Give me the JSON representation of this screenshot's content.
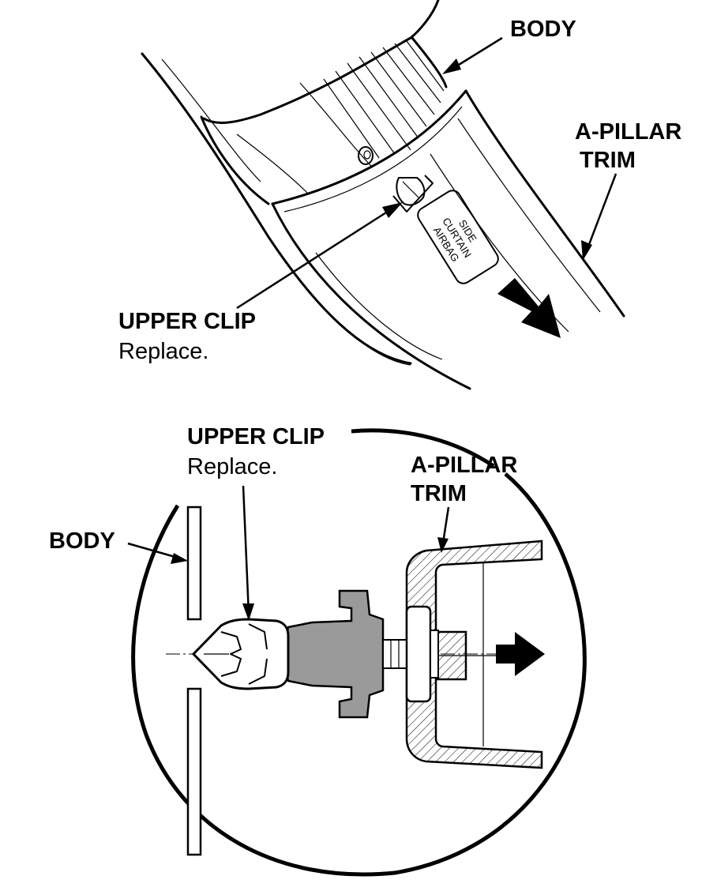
{
  "top_view": {
    "labels": {
      "body": "BODY",
      "a_pillar_trim_line1": "A-PILLAR",
      "a_pillar_trim_line2": "TRIM",
      "upper_clip": "UPPER CLIP",
      "upper_clip_note": "Replace."
    },
    "airbag_tag": {
      "line1": "SIDE",
      "line2": "CURTAIN",
      "line3": "AIRBAG"
    }
  },
  "detail_view": {
    "labels": {
      "upper_clip": "UPPER CLIP",
      "upper_clip_note": "Replace.",
      "a_pillar_trim_line1": "A-PILLAR",
      "a_pillar_trim_line2": "TRIM",
      "body": "BODY"
    }
  },
  "colors": {
    "ink": "#000000",
    "paper": "#ffffff",
    "clip_grey": "#9a9a9a"
  }
}
